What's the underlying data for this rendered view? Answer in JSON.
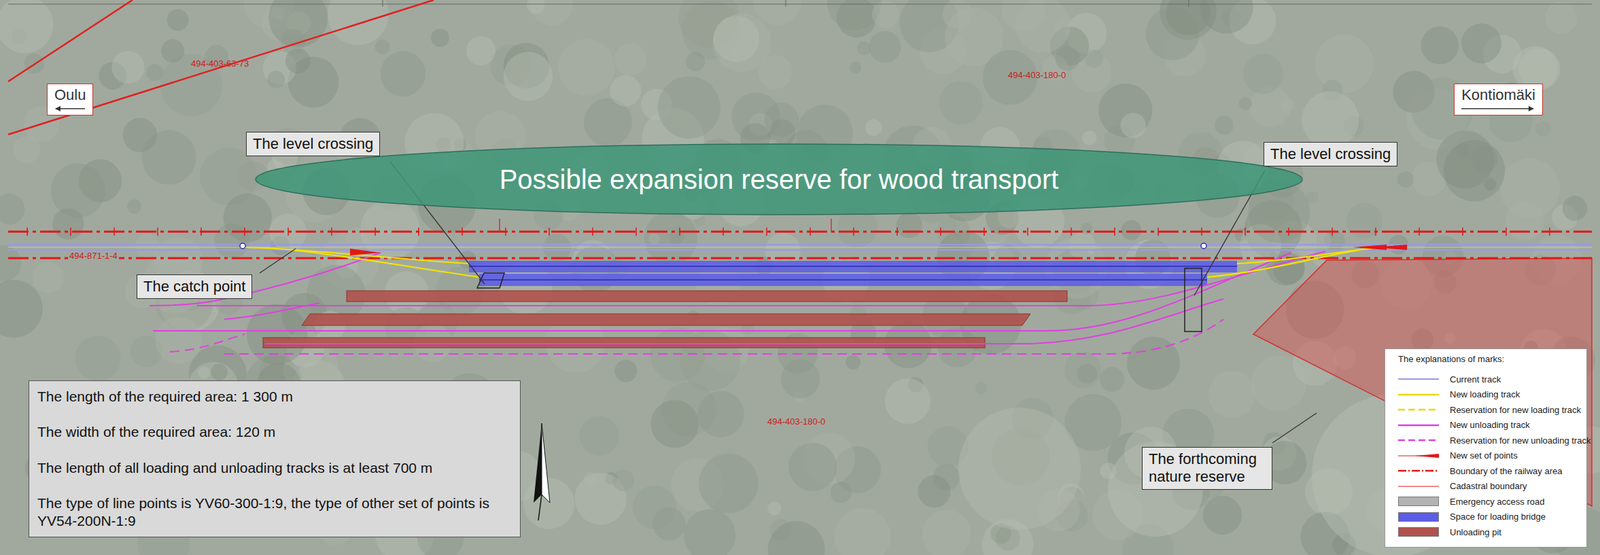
{
  "diagram": {
    "nodes": [
      {
        "text": [
          "Oulu"
        ]
      },
      {
        "text": [
          "Kontiomäki"
        ]
      },
      {
        "text": [
          "The level crossing"
        ]
      },
      {
        "text": [
          "The level crossing"
        ]
      },
      {
        "text": [
          "Possible expansion reserve for wood transport"
        ]
      },
      {
        "text": [
          "The catch point"
        ]
      },
      {
        "text": [
          "The forthcoming nature reserve"
        ]
      },
      {
        "text": [
          "The length of the required area: 1 300 m",
          "The width of the required area: 120 m",
          "The length of all loading and unloading tracks is at least 700 m",
          "The type of line points is YV60-300-1:9, the type of other set of points is YV54-200N-1:9"
        ]
      }
    ],
    "labels": [
      "494-403-63-73",
      "494-403-180-0",
      "494-871-1-4",
      "494-403-180-0",
      "The explanations of marks:"
    ],
    "legend": [
      {
        "text": "Current track"
      },
      {
        "text": "New loading track"
      },
      {
        "text": "Reservation for new loading track"
      },
      {
        "text": "New unloading track"
      },
      {
        "text": "Reservation for new unloading track"
      },
      {
        "text": "New set of points"
      },
      {
        "text": "Boundary of the railway area"
      },
      {
        "text": "Cadastral boundary"
      },
      {
        "text": "Emergency access road",
        "color": "#b3b3b3"
      },
      {
        "text": "Space for loading bridge",
        "color": "#5c5ce8"
      },
      {
        "text": "Unloading pit",
        "color": "#b0524d"
      }
    ]
  }
}
